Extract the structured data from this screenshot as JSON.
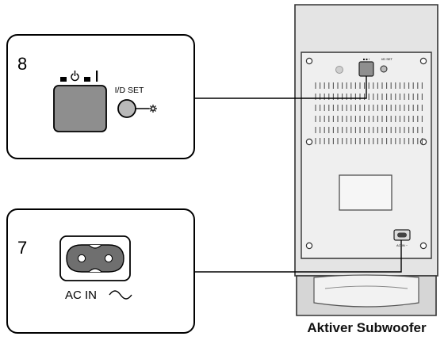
{
  "callout_top": {
    "number": "8",
    "icon_standby": "standby-power-icon",
    "icon_on": "power-on-icon",
    "button_label": "I/D SET",
    "indicator_icon": "asterisk-sun-icon"
  },
  "callout_bottom": {
    "number": "7",
    "socket_icon": "ac-inlet-figure8-icon",
    "socket_label": "AC IN",
    "wave_icon": "ac-wave-icon"
  },
  "device": {
    "caption": "Aktiver Subwoofer"
  }
}
